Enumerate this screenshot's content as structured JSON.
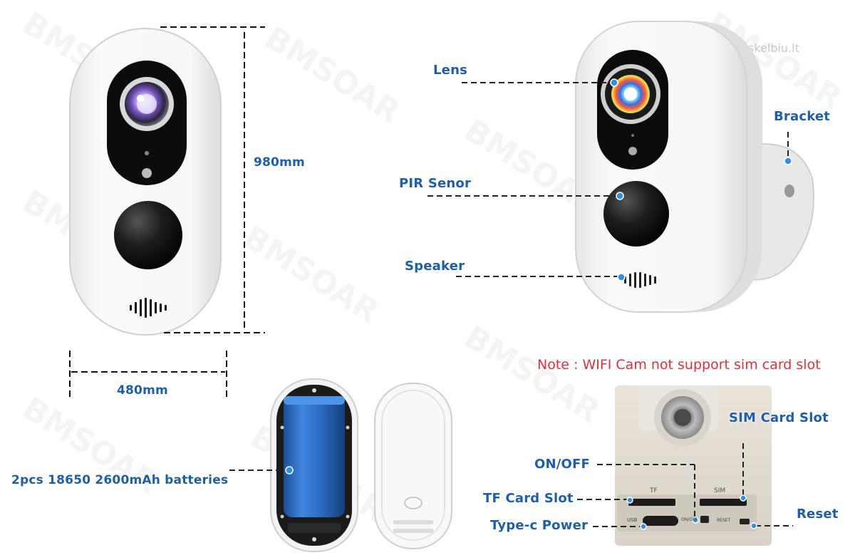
{
  "watermark": "BMSOAR",
  "site_watermark": "skelbiu.lt",
  "dimensions": {
    "height_label": "980mm",
    "width_label": "480mm"
  },
  "callouts": {
    "lens": "Lens",
    "bracket": "Bracket",
    "pir": "PIR Senor",
    "speaker": "Speaker",
    "batteries": "2pcs 18650 2600mAh batteries",
    "sim_slot": "SIM Card Slot",
    "on_off": "ON/OFF",
    "tf_slot": "TF Card Slot",
    "type_c": "Type-c Power",
    "reset": "Reset"
  },
  "note": "Note : WIFI Cam not support sim card slot",
  "port_markings": {
    "tf": "TF",
    "sim": "SIM",
    "usb": "USB",
    "onoff": "ON/OFF",
    "reset": "RESET"
  },
  "colors": {
    "label": "#1f5ea8",
    "note": "#e0303a",
    "leader": "#222222",
    "dot": "#2f8fe0"
  }
}
